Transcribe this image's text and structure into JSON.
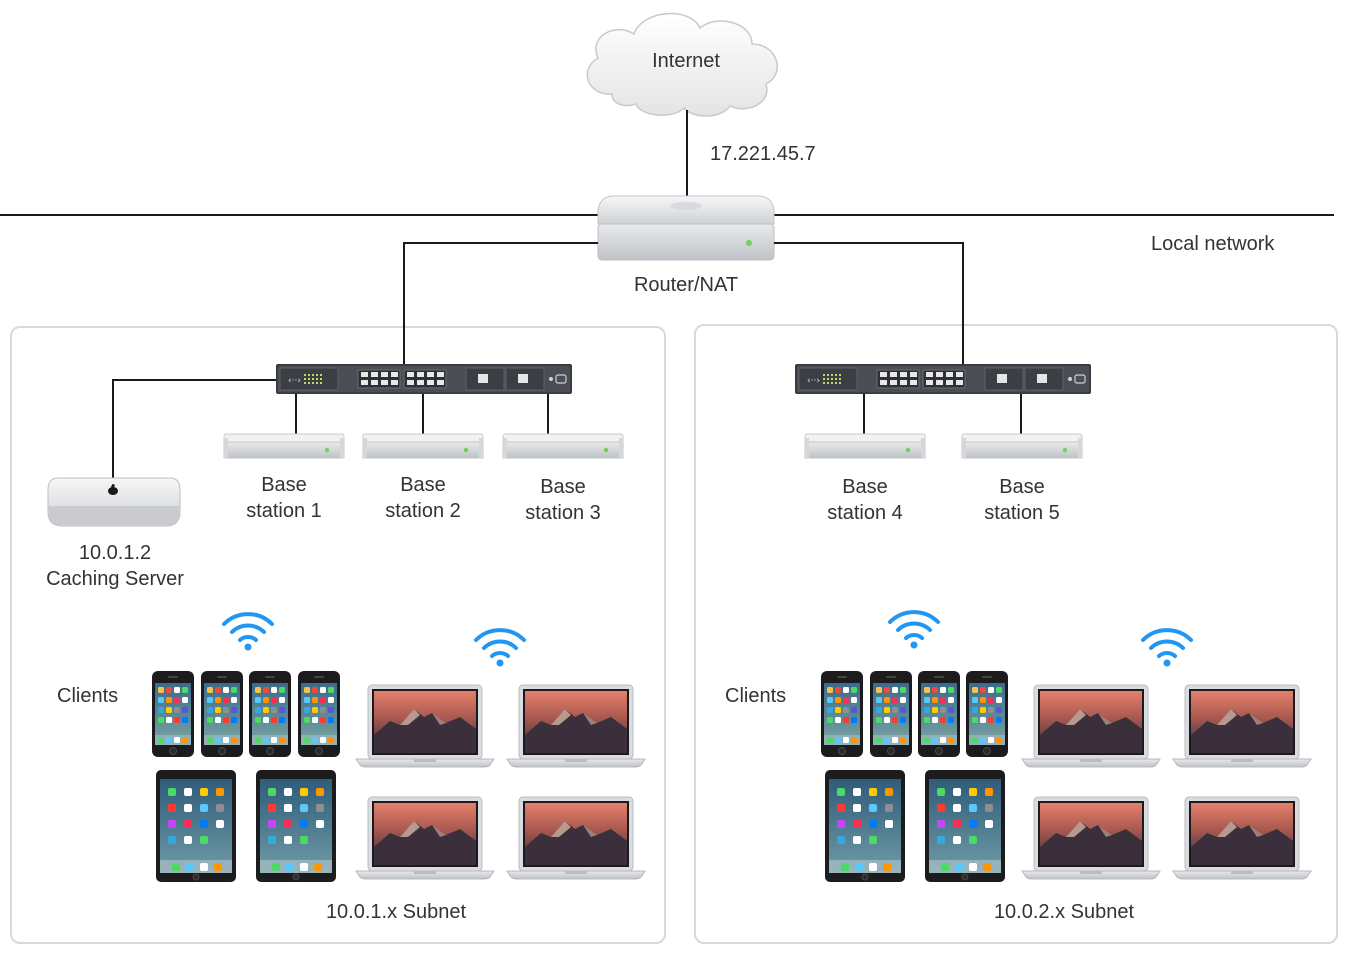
{
  "internet": {
    "label": "Internet"
  },
  "wan_ip": "17.221.45.7",
  "router": {
    "label": "Router/NAT"
  },
  "local_network": {
    "label": "Local network"
  },
  "subnets": [
    {
      "label": "10.0.1.x Subnet",
      "clients_label": "Clients",
      "server": {
        "ip": "10.0.1.2",
        "name": "Caching Server"
      },
      "base_stations": [
        {
          "line1": "Base",
          "line2": "station 1"
        },
        {
          "line1": "Base",
          "line2": "station 2"
        },
        {
          "line1": "Base",
          "line2": "station 3"
        }
      ]
    },
    {
      "label": "10.0.2.x Subnet",
      "clients_label": "Clients",
      "base_stations": [
        {
          "line1": "Base",
          "line2": "station 4"
        },
        {
          "line1": "Base",
          "line2": "station 5"
        }
      ]
    }
  ],
  "colors": {
    "wifi": "#2196f3",
    "line": "#1a1a1a",
    "box_border": "#d9d9d9"
  }
}
